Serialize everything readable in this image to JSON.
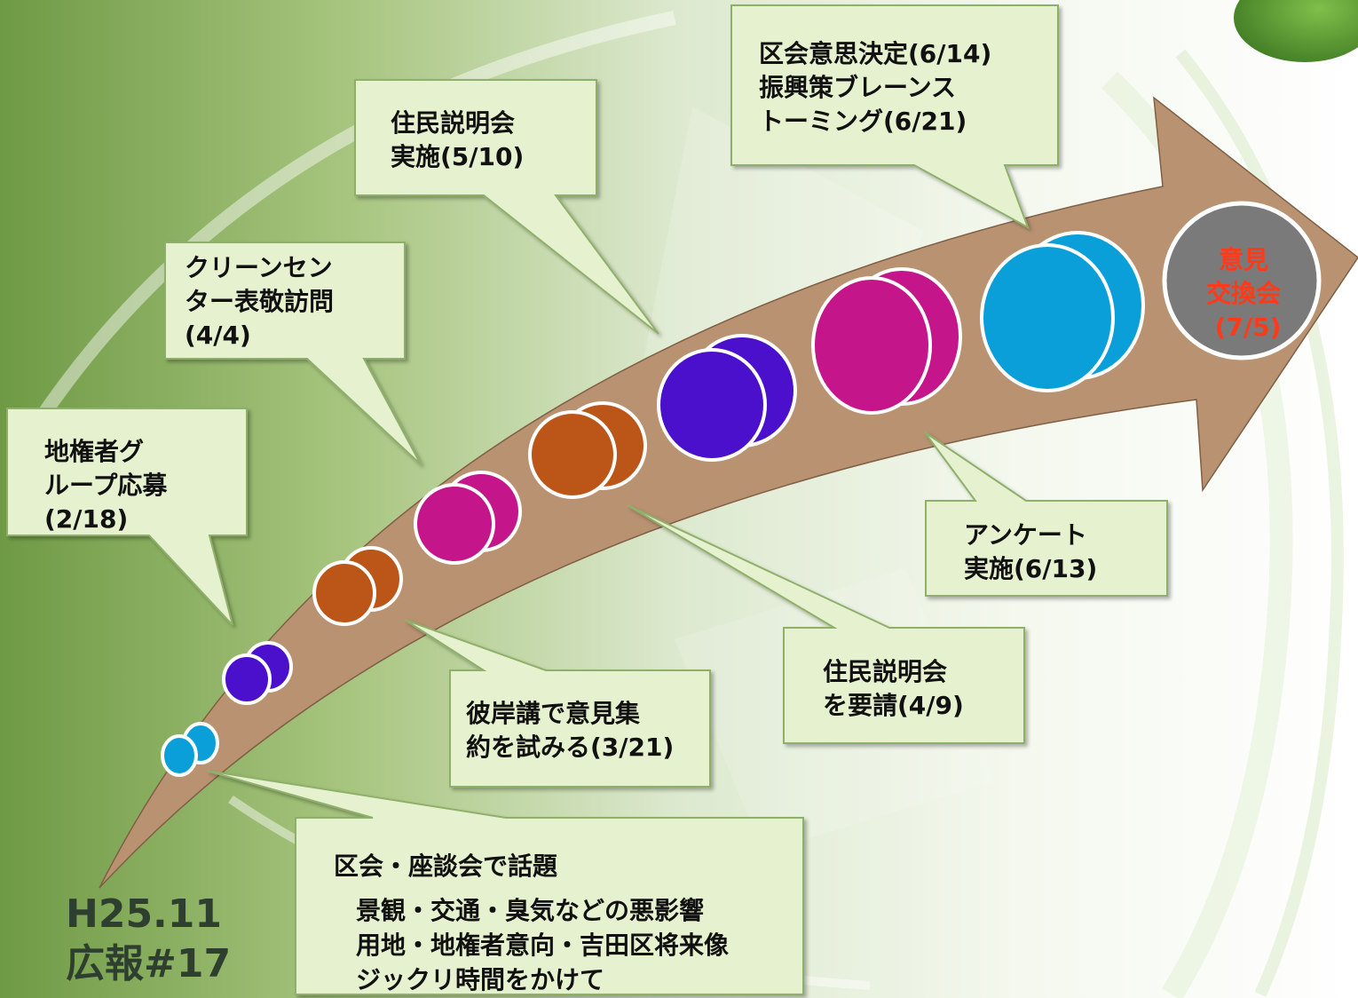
{
  "colors": {
    "arrow": "#b99272",
    "callout_fill": "#e6f2cf",
    "callout_stroke": "#8fb06a",
    "final_circle": "#7a7a7a",
    "final_text": "#ff3a1a"
  },
  "corner_label": {
    "line1": "H25.11",
    "line2": "広報#17"
  },
  "callouts": [
    {
      "id": "landowner-group",
      "lines": [
        "地権者グ",
        "ループ応募",
        "(2/18)"
      ]
    },
    {
      "id": "clean-center-visit",
      "lines": [
        "クリーンセン",
        "ター表敬訪問",
        "(4/4)"
      ]
    },
    {
      "id": "briefing-5-10",
      "lines": [
        "住民説明会",
        "実施(5/10)"
      ]
    },
    {
      "id": "ku-decision",
      "lines": [
        "区会意思決定(6/14)",
        "振興策ブレーンス",
        "トーミング(6/21)"
      ]
    },
    {
      "id": "survey",
      "lines": [
        "アンケート",
        "実施(6/13)"
      ]
    },
    {
      "id": "briefing-request",
      "lines": [
        "住民説明会",
        "を要請(4/9)"
      ]
    },
    {
      "id": "higan-ko",
      "lines": [
        "彼岸講で意見集",
        "約を試みる(3/21)"
      ]
    },
    {
      "id": "kukai-topic",
      "lines": [
        "区会・座談会で話題",
        "景観・交通・臭気などの悪影響",
        "用地・地権者意向・吉田区将来像",
        "ジックリ時間をかけて"
      ]
    }
  ],
  "milestones": [
    {
      "id": "m1",
      "color": "#0a9fd8"
    },
    {
      "id": "m2",
      "color": "#4b10cc"
    },
    {
      "id": "m3",
      "color": "#bb5518"
    },
    {
      "id": "m4",
      "color": "#c4158a"
    },
    {
      "id": "m5",
      "color": "#bb5518"
    },
    {
      "id": "m6",
      "color": "#4b10cc"
    },
    {
      "id": "m7",
      "color": "#c4158a"
    },
    {
      "id": "m8",
      "color": "#0a9fd8"
    }
  ],
  "final": {
    "lines": [
      "意見",
      "交換会",
      "(7/5)"
    ]
  }
}
